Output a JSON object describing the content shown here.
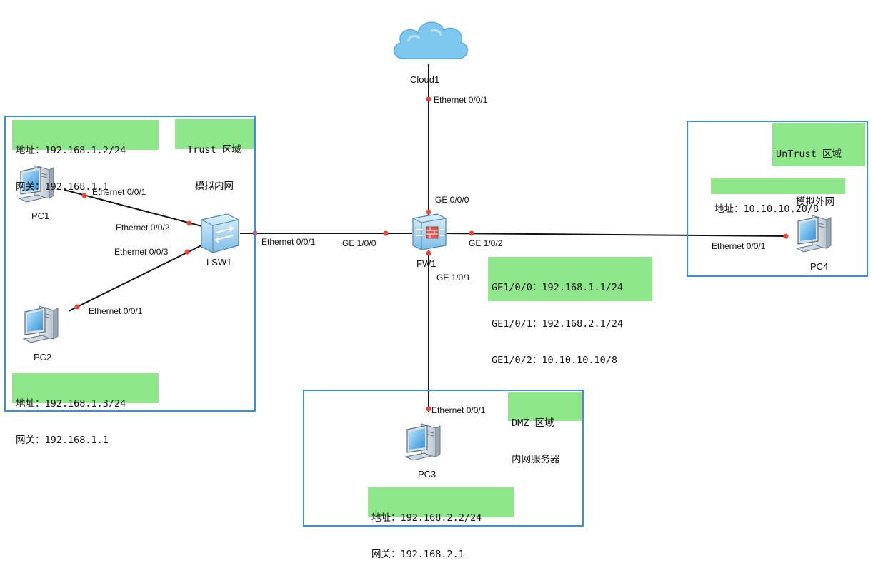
{
  "devices": {
    "cloud1": "Cloud1",
    "fw1": "FW1",
    "lsw1": "LSW1",
    "pc1": "PC1",
    "pc2": "PC2",
    "pc3": "PC3",
    "pc4": "PC4"
  },
  "ports": {
    "cloud_eth": "Ethernet 0/0/1",
    "fw_ge000": "GE 0/0/0",
    "fw_ge100": "GE 1/0/0",
    "fw_ge101": "GE 1/0/1",
    "fw_ge102": "GE 1/0/2",
    "lsw_eth001": "Ethernet 0/0/1",
    "lsw_eth002": "Ethernet 0/0/2",
    "lsw_eth003": "Ethernet 0/0/3",
    "pc1_eth": "Ethernet 0/0/1",
    "pc2_eth": "Ethernet 0/0/1",
    "pc3_eth": "Ethernet 0/0/1",
    "pc4_eth": "Ethernet 0/0/1"
  },
  "zones": {
    "trust": {
      "line1": "Trust 区域",
      "line2": "模拟内网"
    },
    "untrust": {
      "line1": "UnTrust 区域",
      "line2": "模拟外网"
    },
    "dmz": {
      "line1": "DMZ 区域",
      "line2": "内网服务器"
    }
  },
  "notes": {
    "pc1": {
      "addr": "地址：192.168.1.2/24",
      "gw": "网关：192.168.1.1"
    },
    "pc2": {
      "addr": "地址：192.168.1.3/24",
      "gw": "网关：192.168.1.1"
    },
    "pc3": {
      "addr": "地址：192.168.2.2/24",
      "gw": "网关：192.168.2.1"
    },
    "pc4": {
      "addr": "地址：10.10.10.20/8"
    },
    "fw": {
      "l1": "GE1/0/0：192.168.1.1/24",
      "l2": "GE1/0/1：192.168.2.1/24",
      "l3": "GE1/0/2：10.10.10.10/8"
    }
  },
  "colors": {
    "zone_border": "#3c8ee0",
    "note_bg": "#8ee88a",
    "link": "#111111",
    "port_dot": "#e8473a",
    "cloud": "#7ec8f0"
  },
  "icons": {
    "cloud1": "cloud-icon",
    "fw1": "firewall-icon",
    "lsw1": "switch-icon",
    "pc": "pc-icon"
  }
}
